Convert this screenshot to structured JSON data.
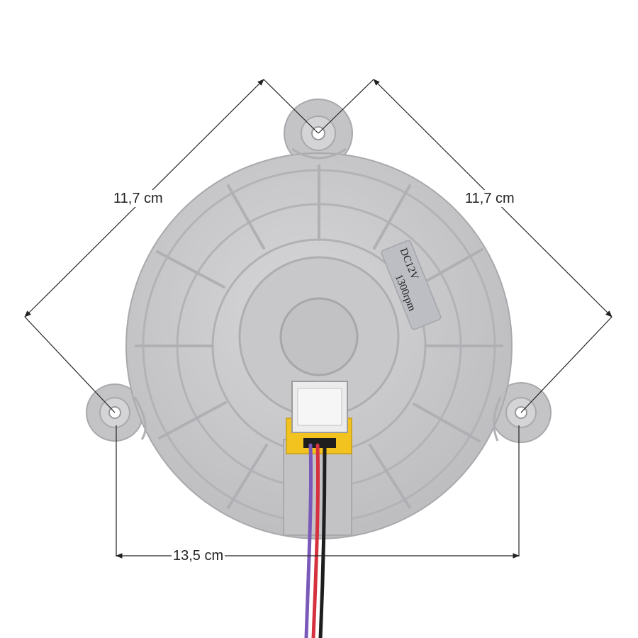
{
  "dimensions": {
    "left_diagonal": "11,7 cm",
    "right_diagonal": "11,7 cm",
    "bottom_width": "13,5 cm"
  },
  "label": {
    "voltage": "DC12V",
    "speed": "1300rpm"
  },
  "colors": {
    "housing": "#c9c9cb",
    "housing_shadow": "#a9a9ad",
    "sticker": "#bdbec3",
    "connector": "#e9e9e9",
    "connector_base": "#f2c21e",
    "wire_red": "#d6313f",
    "wire_black": "#1e1e1e",
    "wire_purple": "#7a5ab8",
    "dimension_line": "#222222"
  }
}
